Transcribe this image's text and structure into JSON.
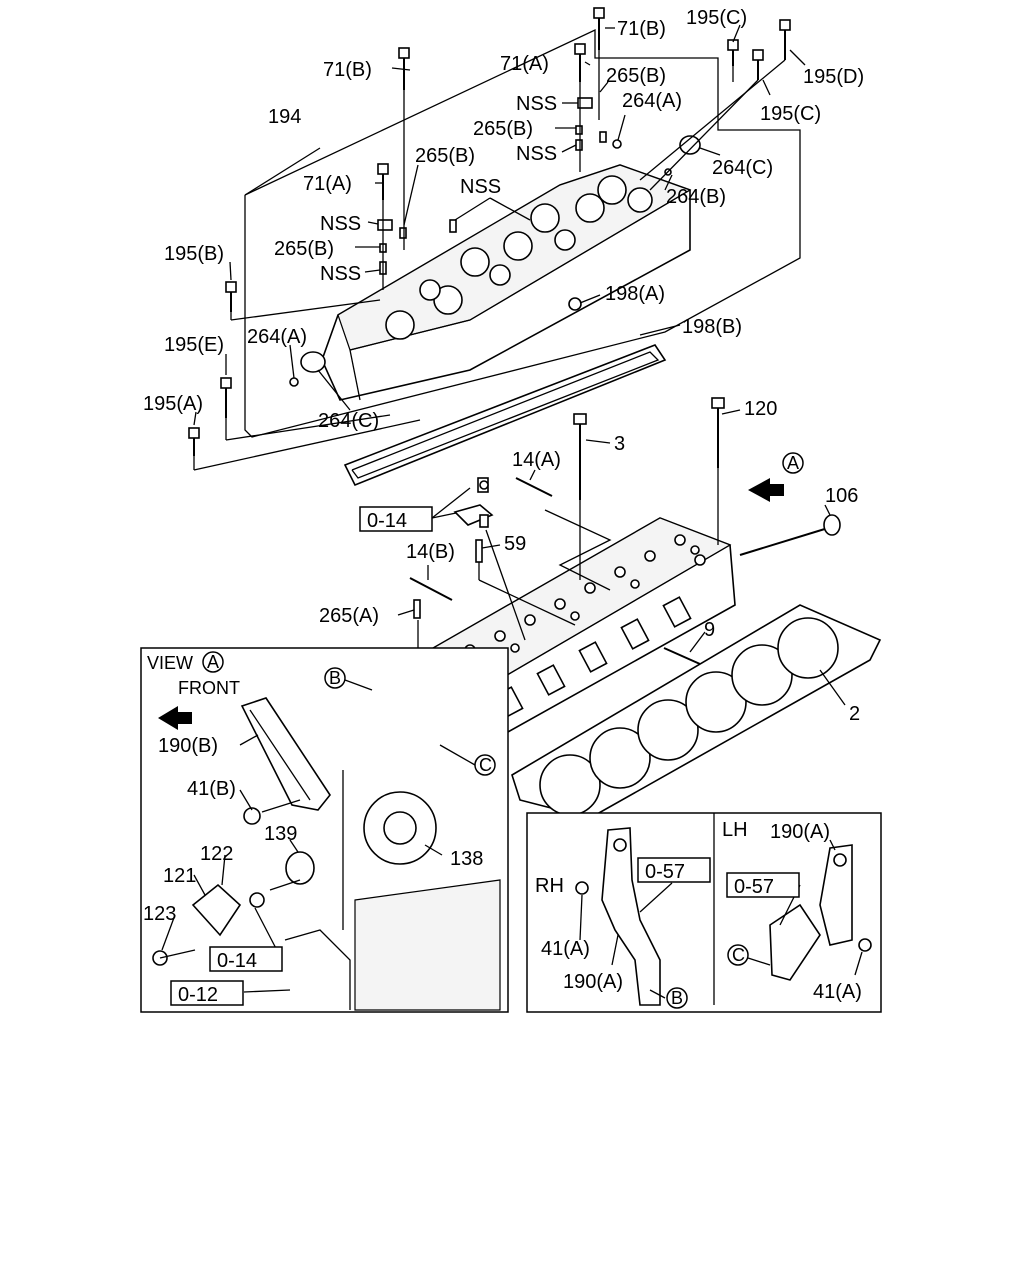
{
  "labels": {
    "l71b_top": "71(B)",
    "l195c_top": "195(C)",
    "l71b_left": "71(B)",
    "l71a_mid": "71(A)",
    "l265b_top": "265(B)",
    "l195d": "195(D)",
    "l194": "194",
    "lnss1": "NSS",
    "l264a_top": "264(A)",
    "l195c_right": "195(C)",
    "l265b_2": "265(B)",
    "lnss2": "NSS",
    "l265b_left": "265(B)",
    "l264c_top": "264(C)",
    "l71a_left": "71(A)",
    "lnss_center": "NSS",
    "l264b": "264(B)",
    "lnss3": "NSS",
    "l195b": "195(B)",
    "l265b_3": "265(B)",
    "lnss4": "NSS",
    "l198a": "198(A)",
    "l198b": "198(B)",
    "l264a_left": "264(A)",
    "l195e": "195(E)",
    "l195a": "195(A)",
    "l264c_bottom": "264(C)",
    "l120": "120",
    "l3": "3",
    "l14a": "14(A)",
    "lviewA_arrow": "A",
    "l106": "106",
    "l59": "59",
    "l14b": "14(B)",
    "l265a": "265(A)",
    "l9": "9",
    "lB_head": "B",
    "l2": "2",
    "lC_head": "C",
    "l138": "138",
    "l139": "139",
    "l122": "122",
    "l121": "121",
    "l123": "123",
    "l41b": "41(B)",
    "l190b": "190(B)",
    "lRH": "RH",
    "lLH": "LH",
    "l190a_lh": "190(A)",
    "l41a_rh": "41(A)",
    "l190a_rh": "190(A)",
    "l41a_lh": "41(A)",
    "lB_rh": "B",
    "lC_lh": "C"
  },
  "boxes": {
    "ref_014_top": "0-14",
    "ref_014_view": "0-14",
    "ref_012": "0-12",
    "ref_057_rh": "0-57",
    "ref_057_lh": "0-57"
  },
  "view": {
    "title": "VIEW",
    "circle": "A",
    "front": "FRONT"
  }
}
